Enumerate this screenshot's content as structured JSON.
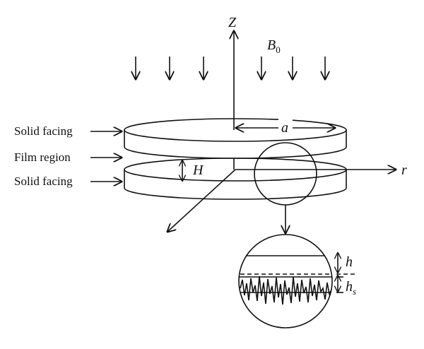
{
  "labels": {
    "z_axis": "Z",
    "field": "B",
    "field_sub": "0",
    "radius": "a",
    "r_axis": "r",
    "gap": "H",
    "top_facing": "Solid facing",
    "film_region": "Film region",
    "bottom_facing": "Solid facing",
    "film_thickness": "h",
    "roughness": "h",
    "roughness_sub": "s"
  },
  "colors": {
    "ink": "#111111",
    "background": "#ffffff"
  }
}
